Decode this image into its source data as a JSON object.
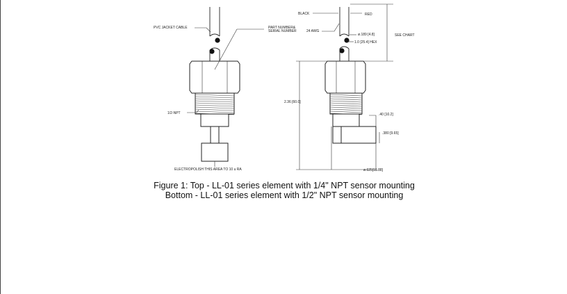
{
  "left_view": {
    "labels": {
      "pvc_jacket_cable": "PVC JACKET CABLE",
      "part_number": "PART NUMBER&",
      "serial_number": "SERIAL NUMBER",
      "npt": "1/2-NPT",
      "electropolish": "ELECTROPOLISH THIS AREA TO 10 u RA"
    }
  },
  "right_view": {
    "labels": {
      "black": "BLACK",
      "red": "RED",
      "awg": "24 AWG",
      "dia_wire": "ø.189 [4.8]",
      "hex": "1.0 [25.4] HEX",
      "see_chart": "SEE CHART",
      "length": "2.36 [60.0]",
      "dim_40": ".40 [10.2]",
      "dim_380": ".380 [9.65]",
      "dia_tip": "ø.625[15.88]"
    }
  },
  "caption": {
    "line1": "Figure 1: Top - LL-01 series element with 1/4\" NPT sensor mounting",
    "line2": "Bottom - LL-01 series element with 1/2\" NPT sensor mounting"
  }
}
